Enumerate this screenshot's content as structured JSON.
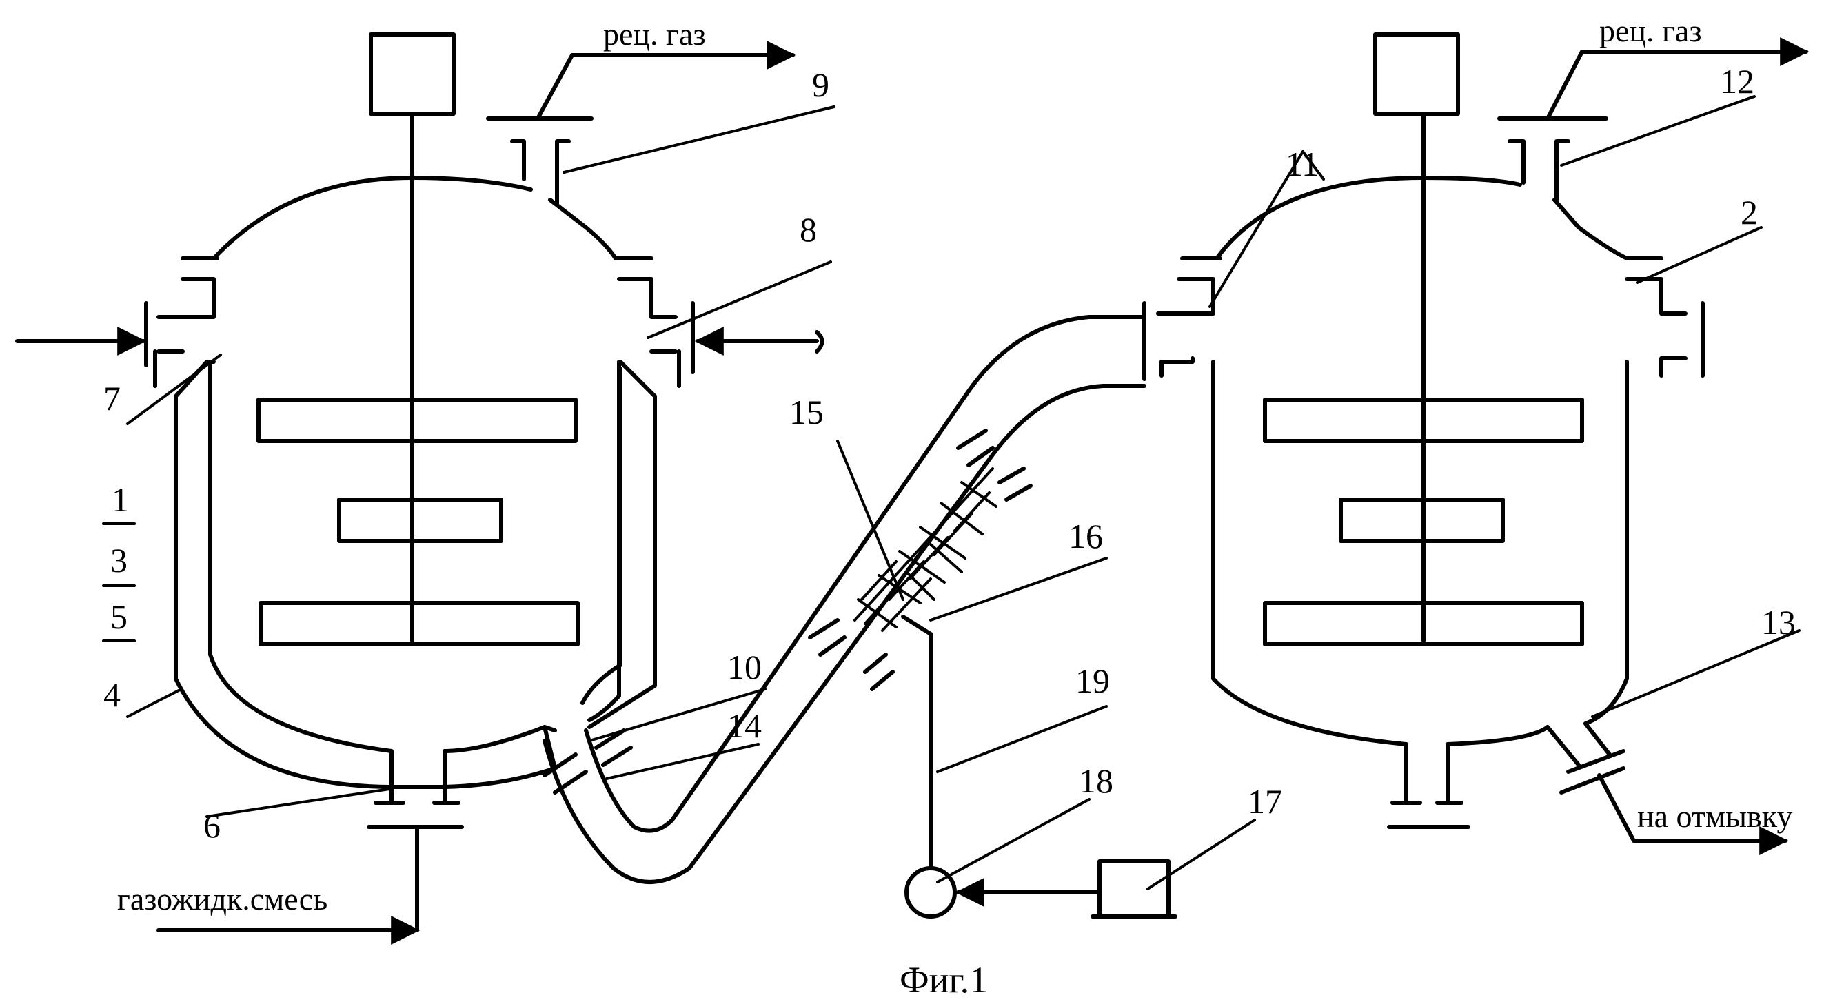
{
  "labels": {
    "recycle_gas_left": "рец. газ",
    "recycle_gas_right": "рец. газ",
    "gas_liquid_mixture": "газожидк.смесь",
    "to_washing": "на отмывку",
    "caption": "Фиг.1"
  },
  "numbers": {
    "n1": "1",
    "n2": "2",
    "n3": "3",
    "n4": "4",
    "n5": "5",
    "n6": "6",
    "n7": "7",
    "n8": "8",
    "n9": "9",
    "n10": "10",
    "n11": "11",
    "n12": "12",
    "n13": "13",
    "n14": "14",
    "n15": "15",
    "n16": "16",
    "n17": "17",
    "n18": "18",
    "n19": "19"
  }
}
